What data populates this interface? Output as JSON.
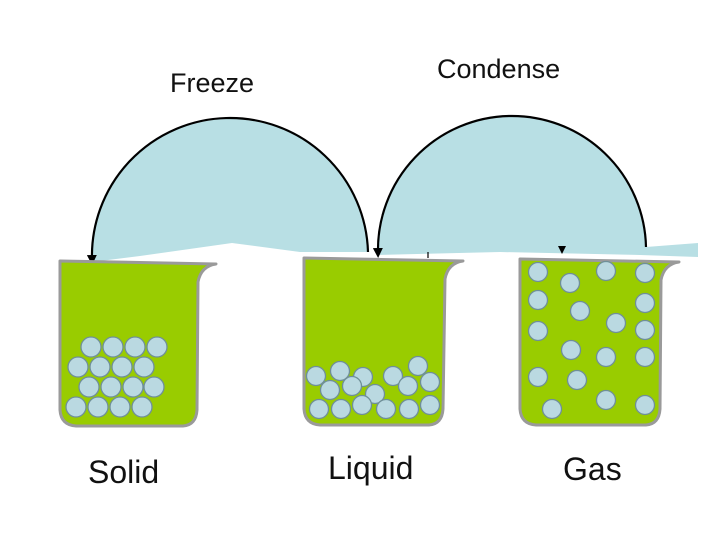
{
  "labels": {
    "freeze": "Freeze",
    "condense": "Condense",
    "solid": "Solid",
    "liquid": "Liquid",
    "gas": "Gas"
  },
  "colors": {
    "background": "#ffffff",
    "arrow_fill": "#b8dfe4",
    "beaker_fill": "#99cc00",
    "beaker_outline": "#9a9a9a",
    "particle_fill": "#bad9e1",
    "particle_stroke": "#6f8f98",
    "text": "#111111"
  },
  "diagram": {
    "arrows": [
      {
        "label_key": "freeze",
        "from": "liquid",
        "to": "solid"
      },
      {
        "label_key": "condense",
        "from": "gas",
        "to": "liquid"
      }
    ],
    "beakers": [
      {
        "state": "solid",
        "particle_arrangement": "tightly packed regular cluster"
      },
      {
        "state": "liquid",
        "particle_arrangement": "close together, irregular, at bottom"
      },
      {
        "state": "gas",
        "particle_arrangement": "far apart, filling container"
      }
    ]
  }
}
